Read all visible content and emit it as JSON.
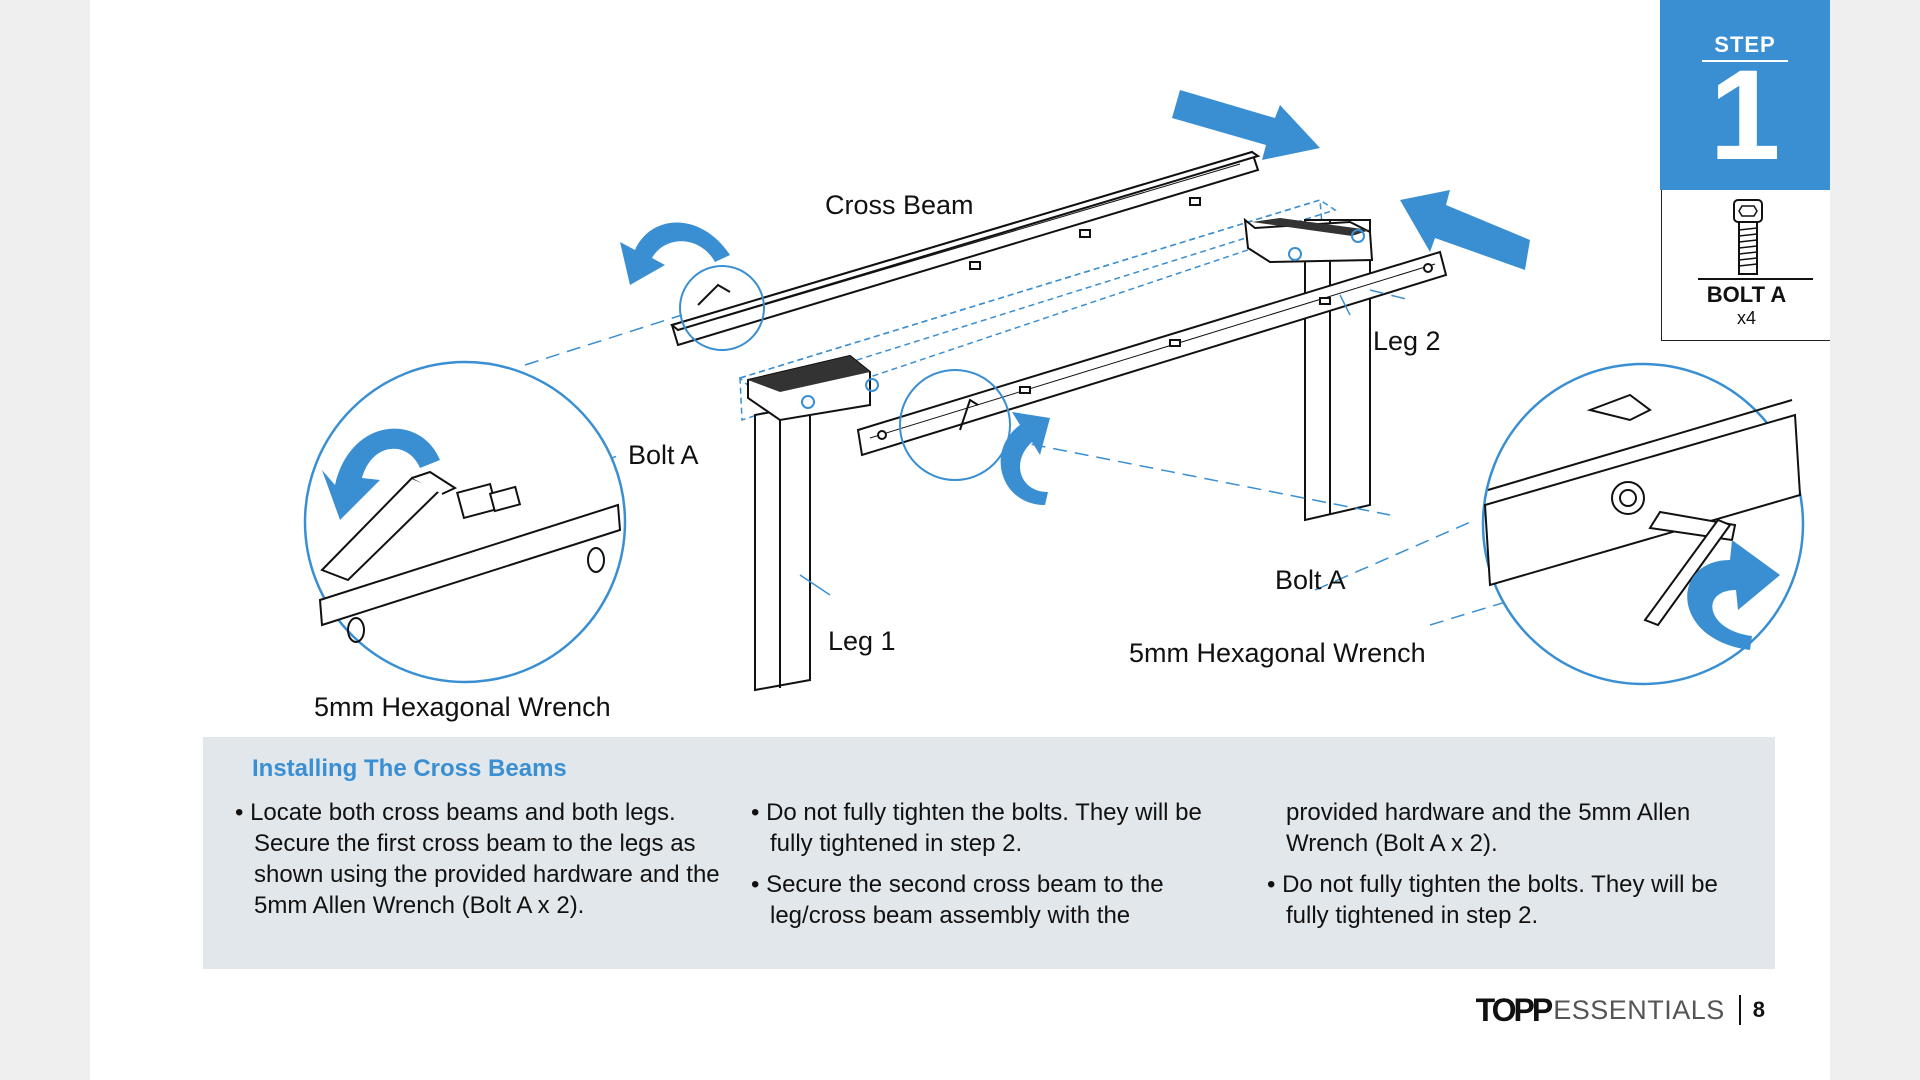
{
  "labels": {
    "cross_beam": "Cross Beam",
    "leg_1": "Leg 1",
    "leg_2": "Leg 2",
    "bolt_a_left": "Bolt A",
    "bolt_a_right": "Bolt A",
    "wrench_left": "5mm Hexagonal Wrench",
    "wrench_right": "5mm Hexagonal Wrench"
  },
  "step": {
    "word": "STEP",
    "number": "1"
  },
  "hardware": {
    "name": "BOLT A",
    "qty": "x4"
  },
  "instructions": {
    "title": "Installing The Cross Beams",
    "col1": [
      "• Locate both cross beams and both legs. Secure the first cross beam to the legs as shown using the provided hardware and the 5mm Allen Wrench (Bolt A x 2)."
    ],
    "col2": [
      "• Do not fully tighten the bolts. They will be fully tightened in step 2.",
      "• Secure the second cross beam to the leg/cross beam assembly with the"
    ],
    "col3_cont": "provided hardware and the 5mm Allen Wrench (Bolt A x 2).",
    "col3": [
      "• Do not fully tighten the bolts. They will be fully tightened in step 2."
    ]
  },
  "footer": {
    "brand_bold": "TOPP",
    "brand_light": "ESSENTIALS",
    "page_number": "8"
  },
  "colors": {
    "accent": "#3a8fd2",
    "panel": "#e2e7ec",
    "background": "#efefef"
  }
}
